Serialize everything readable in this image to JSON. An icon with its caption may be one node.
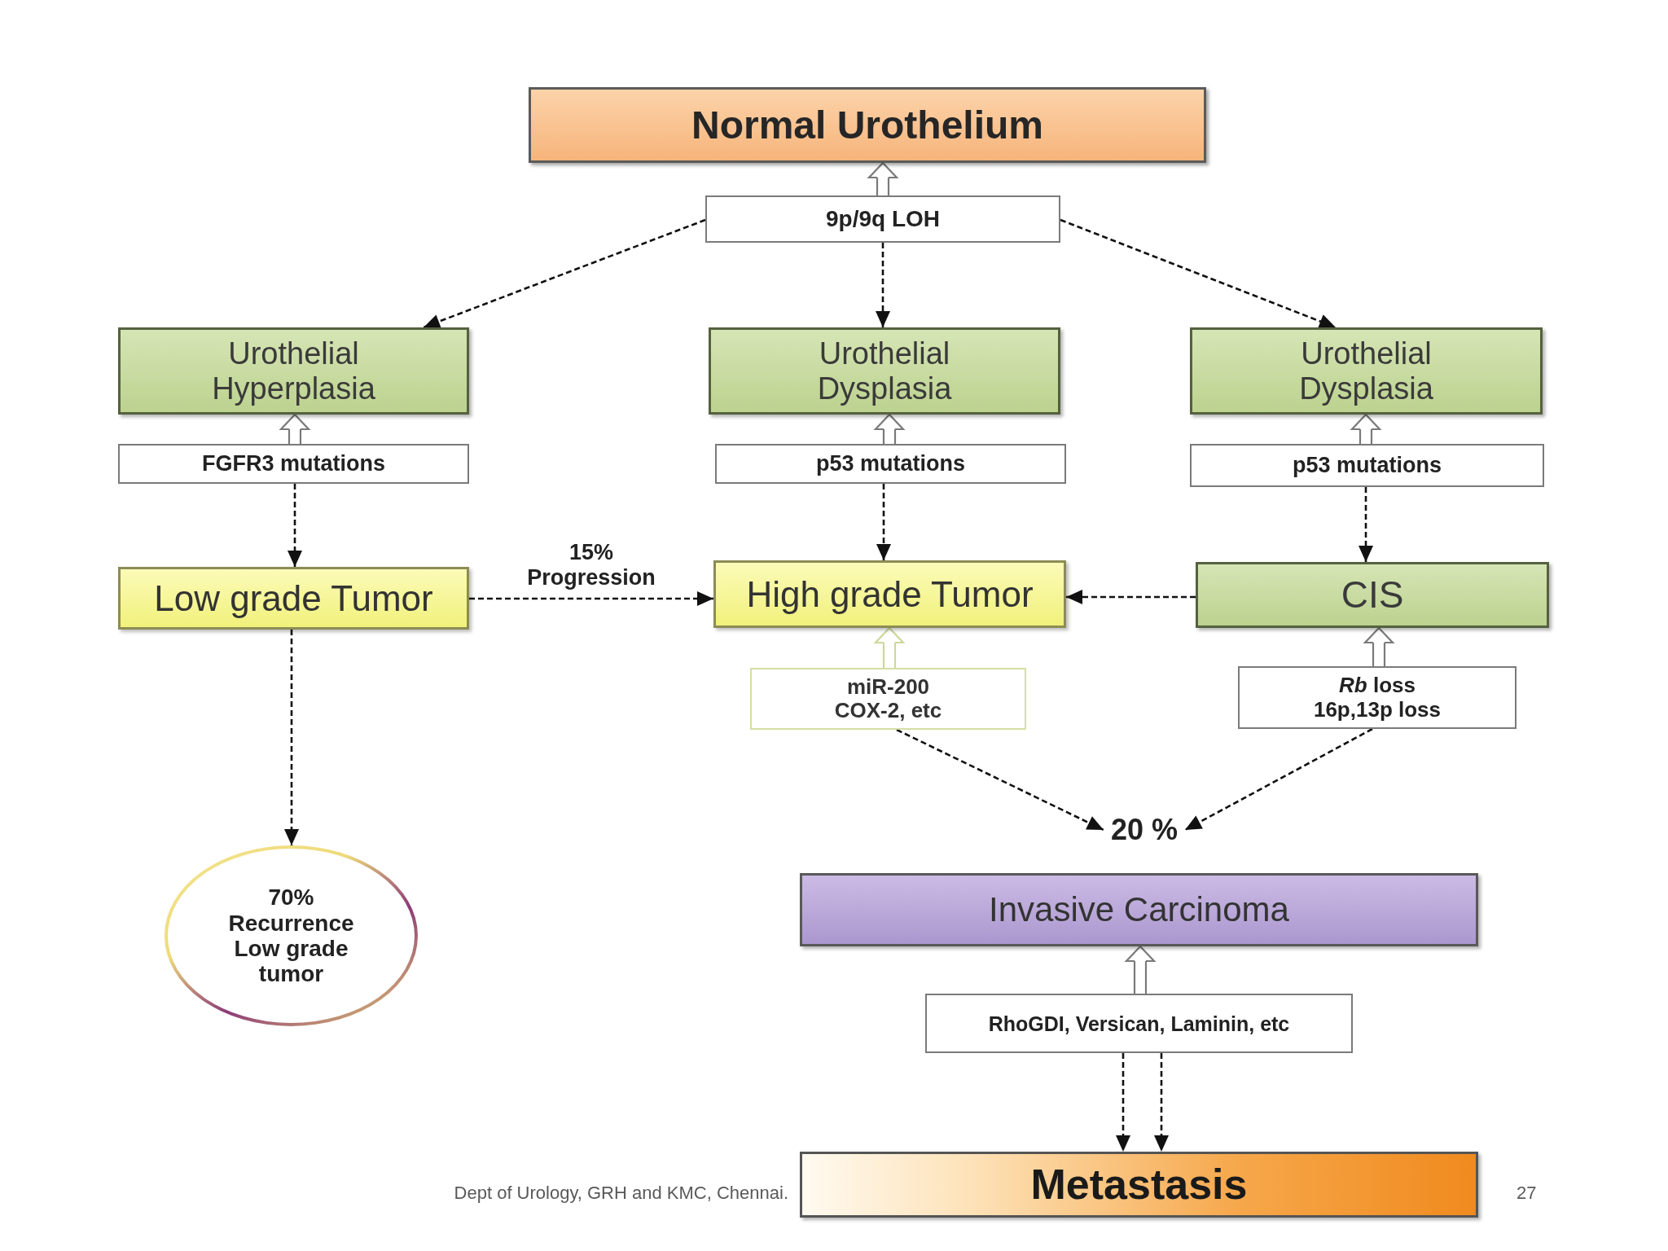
{
  "diagram": {
    "nodes": [
      {
        "text": [
          "Normal Urothelium"
        ]
      },
      {
        "text": [
          "9p/9q LOH"
        ]
      },
      {
        "text": [
          "Urothelial Hyperplasia"
        ]
      },
      {
        "text": [
          "FGFR3 mutations"
        ]
      },
      {
        "text": [
          "Urothelial Dysplasia"
        ]
      },
      {
        "text": [
          "p53 mutations"
        ]
      },
      {
        "text": [
          "Urothelial Dysplasia"
        ]
      },
      {
        "text": [
          "p53 mutations"
        ]
      },
      {
        "text": [
          "Low grade Tumor"
        ]
      },
      {
        "text": [
          "High grade Tumor"
        ]
      },
      {
        "text": [
          "CIS"
        ]
      },
      {
        "text": [
          "miR-200 COX-2, etc"
        ]
      },
      {
        "text": [
          "*Rb* loss 16p,13p loss"
        ]
      },
      {
        "text": [
          "20 %"
        ]
      },
      {
        "text": [
          "70% Recurrence Low grade tumor"
        ]
      },
      {
        "text": [
          "Invasive Carcinoma"
        ]
      },
      {
        "text": [
          "RhoGDI, Versican, Laminin, etc"
        ]
      },
      {
        "text": [
          "Metastasis"
        ]
      }
    ],
    "edges": [
      {
        "from": 1,
        "to": 0,
        "arrow": "to",
        "color": "#7a7a7a"
      },
      {
        "from": 1,
        "to": 2,
        "arrow": "to",
        "style": "dashed"
      },
      {
        "from": 1,
        "to": 4,
        "arrow": "to",
        "style": "dashed"
      },
      {
        "from": 1,
        "to": 6,
        "arrow": "to",
        "style": "dashed"
      },
      {
        "from": 3,
        "to": 2,
        "arrow": "to",
        "color": "#7a7a7a"
      },
      {
        "from": 5,
        "to": 4,
        "arrow": "to",
        "color": "#7a7a7a"
      },
      {
        "from": 7,
        "to": 6,
        "arrow": "to",
        "color": "#7a7a7a"
      },
      {
        "from": 3,
        "to": 8,
        "arrow": "to",
        "style": "dashed"
      },
      {
        "from": 5,
        "to": 9,
        "arrow": "to",
        "style": "dashed"
      },
      {
        "from": 7,
        "to": 10,
        "arrow": "to",
        "style": "dashed"
      },
      {
        "from": 8,
        "to": 9,
        "arrow": "to",
        "style": "dashed",
        "label": "15% Progression"
      },
      {
        "from": 10,
        "to": 9,
        "arrow": "to",
        "style": "dashed"
      },
      {
        "from": 11,
        "to": 9,
        "arrow": "to",
        "color": "#cdd89a"
      },
      {
        "from": 12,
        "to": 10,
        "arrow": "to",
        "color": "#7a7a7a"
      },
      {
        "from": 8,
        "to": 14,
        "arrow": "to",
        "style": "dashed"
      },
      {
        "from": 11,
        "to": 13,
        "arrow": "to",
        "style": "dashed"
      },
      {
        "from": 12,
        "to": 13,
        "arrow": "to",
        "style": "dashed"
      },
      {
        "from": 16,
        "to": 15,
        "arrow": "to",
        "color": "#7a7a7a"
      },
      {
        "from": 16,
        "to": 17,
        "arrow": "to",
        "style": "dashed"
      },
      {
        "from": 16,
        "to": 17,
        "arrow": "to",
        "style": "dashed"
      }
    ],
    "labels": [
      "Dept of Urology, GRH and KMC, Chennai.",
      "27"
    ]
  }
}
